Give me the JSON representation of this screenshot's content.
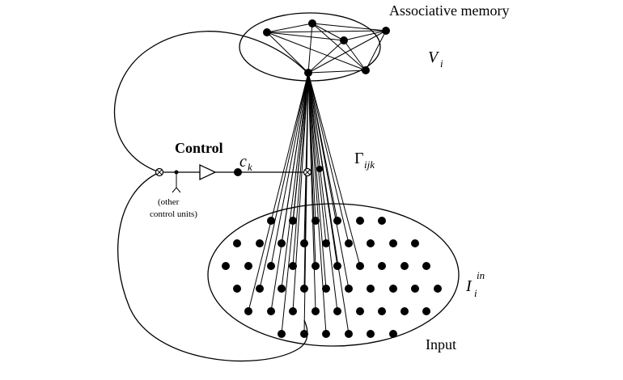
{
  "labels": {
    "associative_memory": "Associative memory",
    "v_symbol": "V",
    "v_sub": "i",
    "control": "Control",
    "c_symbol": "c",
    "c_sub": "k",
    "gamma_symbol": "Γ",
    "gamma_sub": "ijk",
    "other_units_line1": "(other",
    "other_units_line2": "control units)",
    "i_symbol": "I",
    "i_sub": "i",
    "i_sup": "in",
    "input": "Input"
  },
  "colors": {
    "ink": "#000000",
    "background": "#ffffff"
  }
}
